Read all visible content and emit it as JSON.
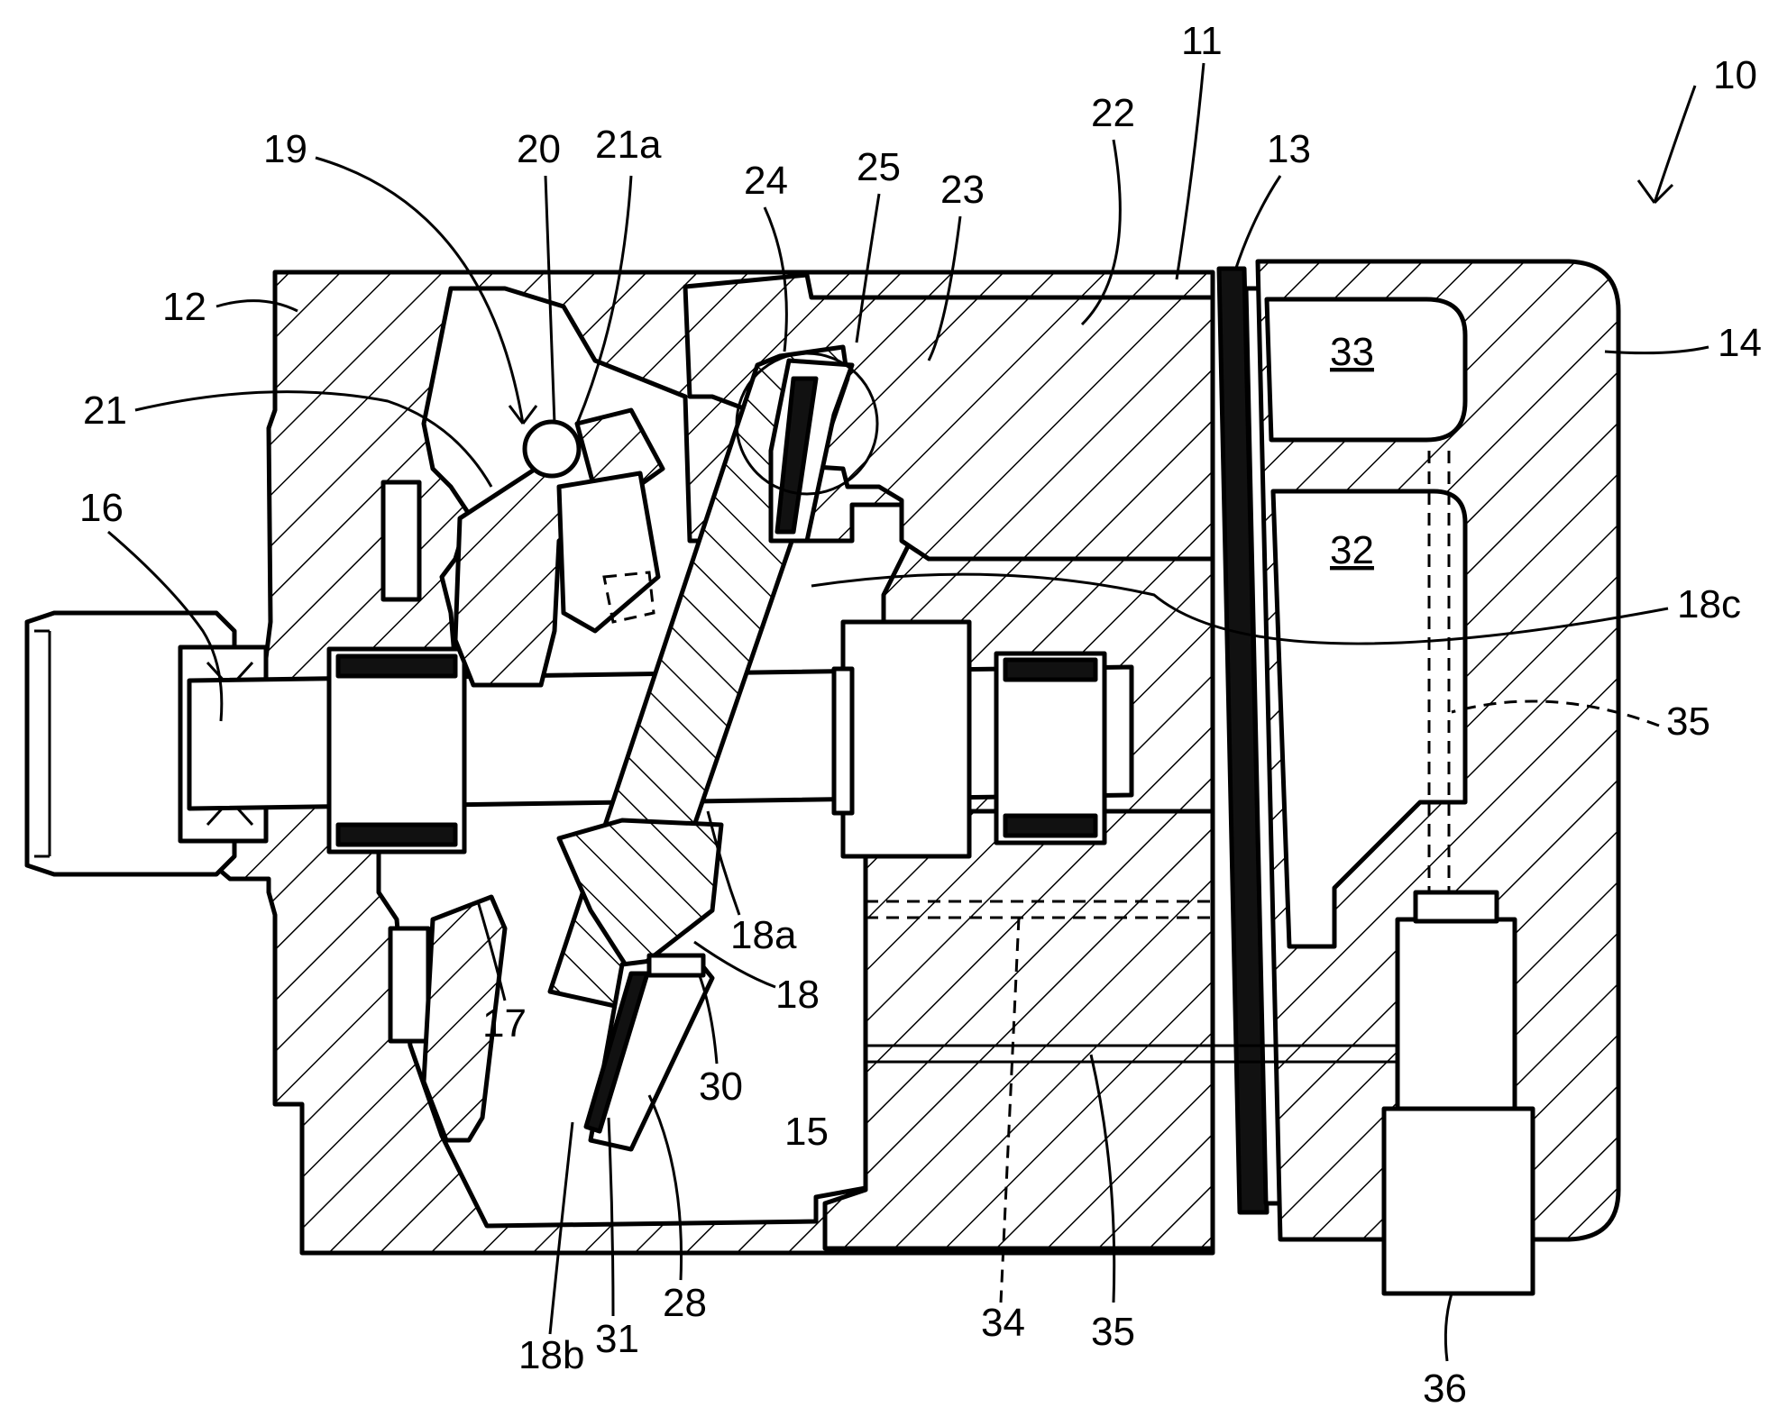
{
  "labels": {
    "l10": "10",
    "l11": "11",
    "l12": "12",
    "l13": "13",
    "l14": "14",
    "l15": "15",
    "l16": "16",
    "l17": "17",
    "l18": "18",
    "l18a": "18a",
    "l18b": "18b",
    "l18c": "18c",
    "l19": "19",
    "l20": "20",
    "l21": "21",
    "l21a": "21a",
    "l22": "22",
    "l23": "23",
    "l24": "24",
    "l25": "25",
    "l28": "28",
    "l30": "30",
    "l31": "31",
    "l32": "32",
    "l33": "33",
    "l34": "34",
    "l35a": "35",
    "l35b": "35",
    "l36": "36"
  }
}
